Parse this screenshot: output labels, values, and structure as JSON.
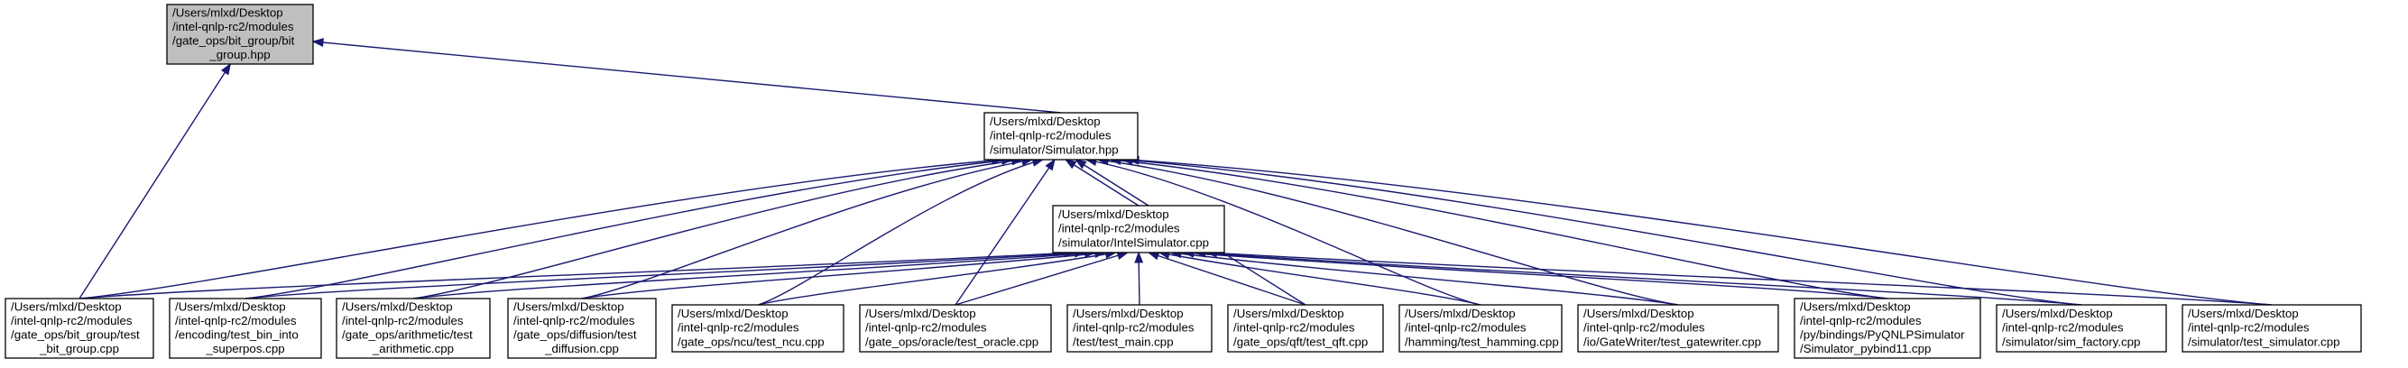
{
  "colors": {
    "root_fill": "#bfbfbf",
    "node_fill": "#ffffff",
    "node_border": "#000000",
    "edge": "#191970"
  },
  "nodes": [
    {
      "id": "bit_group_hpp",
      "root": true,
      "lines": [
        "/Users/mlxd/Desktop",
        "/intel-qnlp-rc2/modules",
        "/gate_ops/bit_group/bit",
        "_group.hpp"
      ]
    },
    {
      "id": "simulator_hpp",
      "lines": [
        "/Users/mlxd/Desktop",
        "/intel-qnlp-rc2/modules",
        "/simulator/Simulator.hpp"
      ]
    },
    {
      "id": "intelsimulator_cpp",
      "lines": [
        "/Users/mlxd/Desktop",
        "/intel-qnlp-rc2/modules",
        "/simulator/IntelSimulator.cpp"
      ]
    },
    {
      "id": "test_bit_group_cpp",
      "lines": [
        "/Users/mlxd/Desktop",
        "/intel-qnlp-rc2/modules",
        "/gate_ops/bit_group/test",
        "_bit_group.cpp"
      ]
    },
    {
      "id": "test_bin_into_superpos_cpp",
      "lines": [
        "/Users/mlxd/Desktop",
        "/intel-qnlp-rc2/modules",
        "/encoding/test_bin_into",
        "_superpos.cpp"
      ]
    },
    {
      "id": "test_arithmetic_cpp",
      "lines": [
        "/Users/mlxd/Desktop",
        "/intel-qnlp-rc2/modules",
        "/gate_ops/arithmetic/test",
        "_arithmetic.cpp"
      ]
    },
    {
      "id": "test_diffusion_cpp",
      "lines": [
        "/Users/mlxd/Desktop",
        "/intel-qnlp-rc2/modules",
        "/gate_ops/diffusion/test",
        "_diffusion.cpp"
      ]
    },
    {
      "id": "test_ncu_cpp",
      "lines": [
        "/Users/mlxd/Desktop",
        "/intel-qnlp-rc2/modules",
        "/gate_ops/ncu/test_ncu.cpp"
      ]
    },
    {
      "id": "test_oracle_cpp",
      "lines": [
        "/Users/mlxd/Desktop",
        "/intel-qnlp-rc2/modules",
        "/gate_ops/oracle/test_oracle.cpp"
      ]
    },
    {
      "id": "test_main_cpp",
      "lines": [
        "/Users/mlxd/Desktop",
        "/intel-qnlp-rc2/modules",
        "/test/test_main.cpp"
      ]
    },
    {
      "id": "test_qft_cpp",
      "lines": [
        "/Users/mlxd/Desktop",
        "/intel-qnlp-rc2/modules",
        "/gate_ops/qft/test_qft.cpp"
      ]
    },
    {
      "id": "test_hamming_cpp",
      "lines": [
        "/Users/mlxd/Desktop",
        "/intel-qnlp-rc2/modules",
        "/hamming/test_hamming.cpp"
      ]
    },
    {
      "id": "test_gatewriter_cpp",
      "lines": [
        "/Users/mlxd/Desktop",
        "/intel-qnlp-rc2/modules",
        "/io/GateWriter/test_gatewriter.cpp"
      ]
    },
    {
      "id": "simulator_pybind11_cpp",
      "lines": [
        "/Users/mlxd/Desktop",
        "/intel-qnlp-rc2/modules",
        "/py/bindings/PyQNLPSimulator",
        "/Simulator_pybind11.cpp"
      ]
    },
    {
      "id": "sim_factory_cpp",
      "lines": [
        "/Users/mlxd/Desktop",
        "/intel-qnlp-rc2/modules",
        "/simulator/sim_factory.cpp"
      ]
    },
    {
      "id": "test_simulator_cpp",
      "lines": [
        "/Users/mlxd/Desktop",
        "/intel-qnlp-rc2/modules",
        "/simulator/test_simulator.cpp"
      ]
    }
  ],
  "edges": [
    [
      "simulator_hpp",
      "bit_group_hpp"
    ],
    [
      "test_bit_group_cpp",
      "bit_group_hpp"
    ],
    [
      "intelsimulator_cpp",
      "simulator_hpp"
    ],
    [
      "test_bit_group_cpp",
      "simulator_hpp"
    ],
    [
      "test_bin_into_superpos_cpp",
      "simulator_hpp"
    ],
    [
      "test_arithmetic_cpp",
      "simulator_hpp"
    ],
    [
      "test_diffusion_cpp",
      "simulator_hpp"
    ],
    [
      "test_ncu_cpp",
      "simulator_hpp"
    ],
    [
      "test_oracle_cpp",
      "simulator_hpp"
    ],
    [
      "test_qft_cpp",
      "simulator_hpp"
    ],
    [
      "test_hamming_cpp",
      "simulator_hpp"
    ],
    [
      "test_gatewriter_cpp",
      "simulator_hpp"
    ],
    [
      "simulator_pybind11_cpp",
      "simulator_hpp"
    ],
    [
      "sim_factory_cpp",
      "simulator_hpp"
    ],
    [
      "test_simulator_cpp",
      "simulator_hpp"
    ],
    [
      "test_bit_group_cpp",
      "intelsimulator_cpp"
    ],
    [
      "test_bin_into_superpos_cpp",
      "intelsimulator_cpp"
    ],
    [
      "test_arithmetic_cpp",
      "intelsimulator_cpp"
    ],
    [
      "test_diffusion_cpp",
      "intelsimulator_cpp"
    ],
    [
      "test_ncu_cpp",
      "intelsimulator_cpp"
    ],
    [
      "test_oracle_cpp",
      "intelsimulator_cpp"
    ],
    [
      "test_main_cpp",
      "intelsimulator_cpp"
    ],
    [
      "test_qft_cpp",
      "intelsimulator_cpp"
    ],
    [
      "test_hamming_cpp",
      "intelsimulator_cpp"
    ],
    [
      "test_gatewriter_cpp",
      "intelsimulator_cpp"
    ],
    [
      "simulator_pybind11_cpp",
      "intelsimulator_cpp"
    ],
    [
      "sim_factory_cpp",
      "intelsimulator_cpp"
    ],
    [
      "test_simulator_cpp",
      "intelsimulator_cpp"
    ]
  ]
}
